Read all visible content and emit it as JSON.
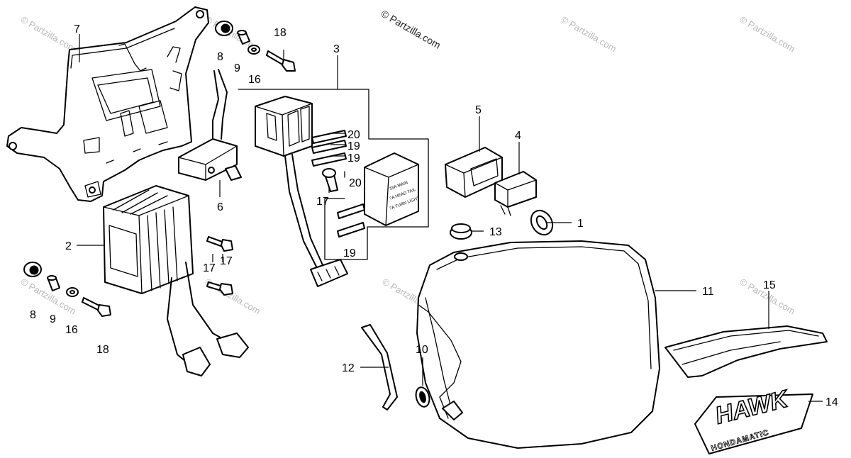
{
  "watermark_main": "© Partzilla.com",
  "watermark_faint": "© Partzilla.com",
  "callouts": {
    "c1": "1",
    "c2": "2",
    "c3": "3",
    "c4": "4",
    "c5": "5",
    "c6": "6",
    "c7": "7",
    "c8a": "8",
    "c8b": "8",
    "c9a": "9",
    "c9b": "9",
    "c10": "10",
    "c11": "11",
    "c12": "12",
    "c13": "13",
    "c14": "14",
    "c15": "15",
    "c16a": "16",
    "c16b": "16",
    "c17a": "17",
    "c17b": "17",
    "c17c": "17",
    "c18a": "18",
    "c18b": "18",
    "c19a": "19",
    "c19b": "19",
    "c19c": "19",
    "c20a": "20",
    "c20b": "20"
  },
  "fuse_cover_labels": [
    "15A MAIN",
    "7A HEAD TAIL",
    "7A TURN LIGHT"
  ],
  "emblem": {
    "logo": "HAWK",
    "subtext": "HONDAMATIC"
  }
}
